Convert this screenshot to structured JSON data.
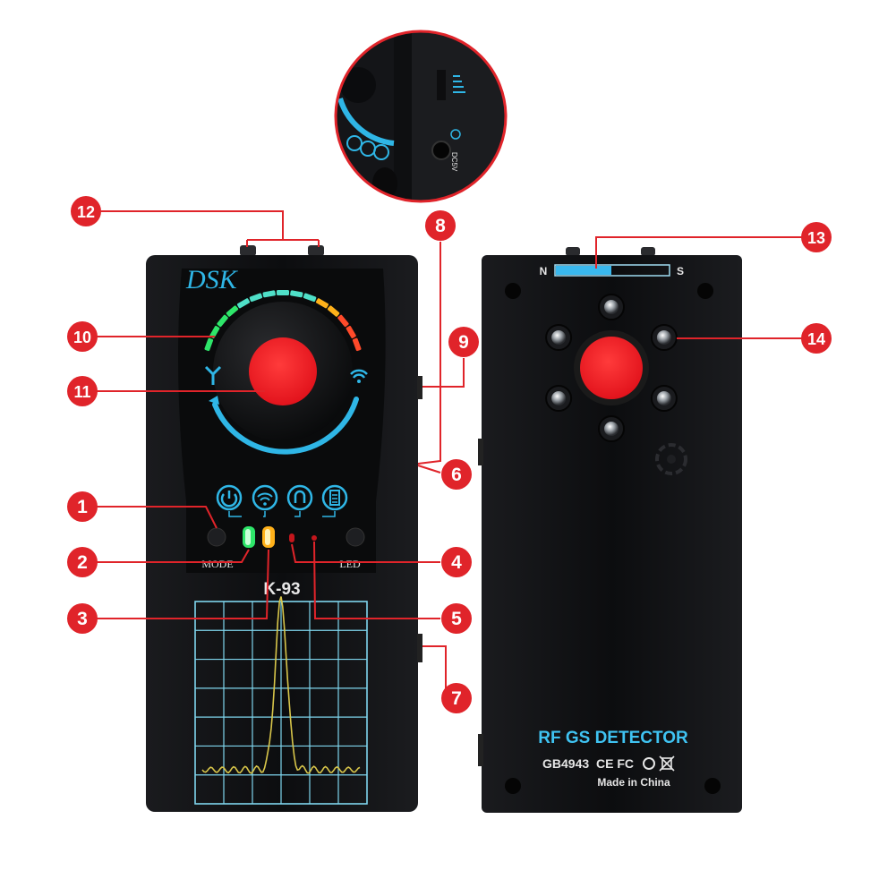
{
  "front": {
    "mode_label": "MODE",
    "led_label": "LED",
    "model": "K-93"
  },
  "back": {
    "compass_n": "N",
    "compass_s": "S",
    "title": "RF GS DETECTOR",
    "cert": "GB4943",
    "marks": "CE FC",
    "origin": "Made in China"
  },
  "inset": {
    "port_label": "DC5V"
  },
  "callouts": [
    "1",
    "2",
    "3",
    "4",
    "5",
    "6",
    "7",
    "8",
    "9",
    "10",
    "11",
    "12",
    "13",
    "14"
  ],
  "colors": {
    "callout_red": "#e0242a",
    "accent_cyan": "#2fb6e6",
    "led_green": "#2ee66a",
    "led_amber": "#ffb11a",
    "body_black": "#111214",
    "scope_grid": "#7fd6ee",
    "scope_trace": "#d8c64a"
  },
  "icons": [
    "power-icon",
    "wifi-icon",
    "magnet-icon",
    "battery-icon",
    "antenna-icon",
    "speaker-icon"
  ]
}
